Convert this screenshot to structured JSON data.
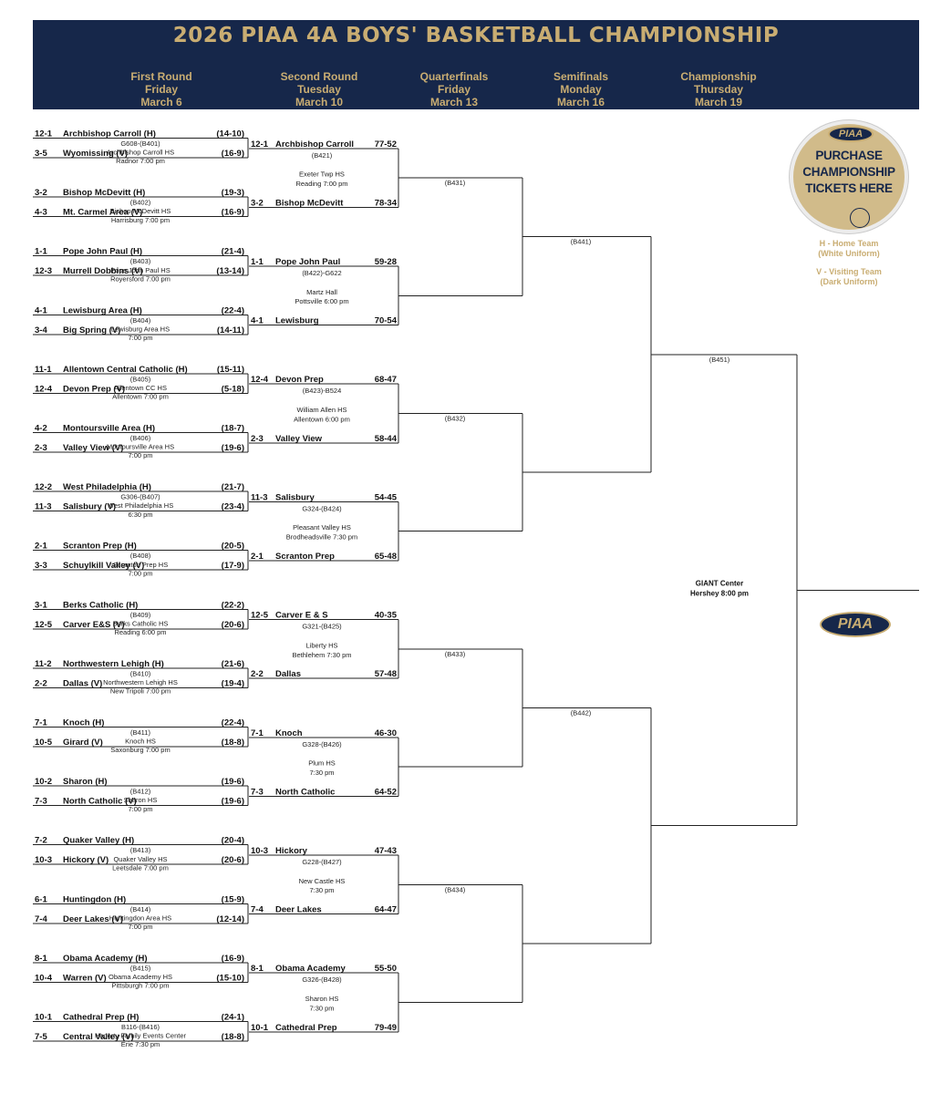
{
  "header": {
    "title": "2026 PIAA 4A BOYS' BASKETBALL CHAMPIONSHIP",
    "rounds": [
      {
        "name": "First Round",
        "day": "Friday",
        "date": "March 6"
      },
      {
        "name": "Second Round",
        "day": "Tuesday",
        "date": "March 10"
      },
      {
        "name": "Quarterfinals",
        "day": "Friday",
        "date": "March 13"
      },
      {
        "name": "Semifinals",
        "day": "Monday",
        "date": "March 16"
      },
      {
        "name": "Championship",
        "day": "Thursday",
        "date": "March 19"
      }
    ]
  },
  "first_round": [
    {
      "top": {
        "seed": "12-1",
        "name": "Archbishop Carroll (H)",
        "record": "(14-10)"
      },
      "info": [
        "G608-(B401)",
        "Archbishop Carroll HS",
        "Radnor 7:00 pm"
      ],
      "bottom": {
        "seed": "3-5",
        "name": "Wyomissing (V)",
        "record": "(16-9)"
      }
    },
    {
      "top": {
        "seed": "3-2",
        "name": "Bishop McDevitt (H)",
        "record": "(19-3)"
      },
      "info": [
        "(B402)",
        "Bishop McDevitt HS",
        "Harrisburg 7:00 pm"
      ],
      "bottom": {
        "seed": "4-3",
        "name": "Mt. Carmel Area (V)",
        "record": "(16-9)"
      }
    },
    {
      "top": {
        "seed": "1-1",
        "name": "Pope John Paul (H)",
        "record": "(21-4)"
      },
      "info": [
        "(B403)",
        "Pope John Paul HS",
        "Royersford 7:00 pm"
      ],
      "bottom": {
        "seed": "12-3",
        "name": "Murrell Dobbins (V)",
        "record": "(13-14)"
      }
    },
    {
      "top": {
        "seed": "4-1",
        "name": "Lewisburg Area (H)",
        "record": "(22-4)"
      },
      "info": [
        "(B404)",
        "Lewisburg Area HS",
        "7:00 pm"
      ],
      "bottom": {
        "seed": "3-4",
        "name": "Big Spring (V)",
        "record": "(14-11)"
      }
    },
    {
      "top": {
        "seed": "11-1",
        "name": "Allentown Central Catholic (H)",
        "record": "(15-11)"
      },
      "info": [
        "(B405)",
        "Allentown CC HS",
        "Allentown 7:00 pm"
      ],
      "bottom": {
        "seed": "12-4",
        "name": "Devon Prep (V)",
        "record": "(5-18)"
      }
    },
    {
      "top": {
        "seed": "4-2",
        "name": "Montoursville Area (H)",
        "record": "(18-7)"
      },
      "info": [
        "(B406)",
        "Montoursville Area HS",
        "7:00 pm"
      ],
      "bottom": {
        "seed": "2-3",
        "name": "Valley View (V)",
        "record": "(19-6)"
      }
    },
    {
      "top": {
        "seed": "12-2",
        "name": "West Philadelphia (H)",
        "record": "(21-7)"
      },
      "info": [
        "G306-(B407)",
        "West Philadelphia HS",
        "6:30 pm"
      ],
      "bottom": {
        "seed": "11-3",
        "name": "Salisbury (V)",
        "record": "(23-4)"
      }
    },
    {
      "top": {
        "seed": "2-1",
        "name": "Scranton Prep (H)",
        "record": "(20-5)"
      },
      "info": [
        "(B408)",
        "Scranton Prep HS",
        "7:00 pm"
      ],
      "bottom": {
        "seed": "3-3",
        "name": "Schuylkill Valley (V)",
        "record": "(17-9)"
      }
    },
    {
      "top": {
        "seed": "3-1",
        "name": "Berks Catholic (H)",
        "record": "(22-2)"
      },
      "info": [
        "(B409)",
        "Berks Catholic HS",
        "Reading 6:00 pm"
      ],
      "bottom": {
        "seed": "12-5",
        "name": "Carver E&S (V)",
        "record": "(20-6)"
      }
    },
    {
      "top": {
        "seed": "11-2",
        "name": "Northwestern Lehigh (H)",
        "record": "(21-6)"
      },
      "info": [
        "(B410)",
        "Northwestern Lehigh HS",
        "New Tripoli 7:00 pm"
      ],
      "bottom": {
        "seed": "2-2",
        "name": "Dallas (V)",
        "record": "(19-4)"
      }
    },
    {
      "top": {
        "seed": "7-1",
        "name": "Knoch (H)",
        "record": "(22-4)"
      },
      "info": [
        "(B411)",
        "Knoch HS",
        "Saxonburg 7:00 pm"
      ],
      "bottom": {
        "seed": "10-5",
        "name": "Girard (V)",
        "record": "(18-8)"
      }
    },
    {
      "top": {
        "seed": "10-2",
        "name": "Sharon (H)",
        "record": "(19-6)"
      },
      "info": [
        "(B412)",
        "Sharon HS",
        "7:00 pm"
      ],
      "bottom": {
        "seed": "7-3",
        "name": "North Catholic (V)",
        "record": "(19-6)"
      }
    },
    {
      "top": {
        "seed": "7-2",
        "name": "Quaker Valley (H)",
        "record": "(20-4)"
      },
      "info": [
        "(B413)",
        "Quaker Valley HS",
        "Leetsdale 7:00 pm"
      ],
      "bottom": {
        "seed": "10-3",
        "name": "Hickory (V)",
        "record": "(20-6)"
      }
    },
    {
      "top": {
        "seed": "6-1",
        "name": "Huntingdon (H)",
        "record": "(15-9)"
      },
      "info": [
        "(B414)",
        "Huntingdon Area HS",
        "7:00 pm"
      ],
      "bottom": {
        "seed": "7-4",
        "name": "Deer Lakes (V)",
        "record": "(12-14)"
      }
    },
    {
      "top": {
        "seed": "8-1",
        "name": "Obama Academy (H)",
        "record": "(16-9)"
      },
      "info": [
        "(B415)",
        "Obama Academy HS",
        "Pittsburgh 7:00 pm"
      ],
      "bottom": {
        "seed": "10-4",
        "name": "Warren (V)",
        "record": "(15-10)"
      }
    },
    {
      "top": {
        "seed": "10-1",
        "name": "Cathedral Prep (H)",
        "record": "(24-1)"
      },
      "info": [
        "B116-(B416)",
        "Hagerty Family Events Center",
        "Erie 7:30 pm"
      ],
      "bottom": {
        "seed": "7-5",
        "name": "Central Valley (V)",
        "record": "(18-8)"
      }
    }
  ],
  "second_round": [
    {
      "top": {
        "seed": "12-1",
        "name": "Archbishop Carroll",
        "score": "77-52"
      },
      "info": [
        "(B421)",
        "",
        "Exeter Twp HS",
        "Reading 7:00 pm"
      ],
      "bottom": {
        "seed": "3-2",
        "name": "Bishop McDevitt",
        "score": "78-34"
      }
    },
    {
      "top": {
        "seed": "1-1",
        "name": "Pope John Paul",
        "score": "59-28"
      },
      "info": [
        "(B422)-G622",
        "",
        "Martz Hall",
        "Pottsville 6:00 pm"
      ],
      "bottom": {
        "seed": "4-1",
        "name": "Lewisburg",
        "score": "70-54"
      }
    },
    {
      "top": {
        "seed": "12-4",
        "name": "Devon Prep",
        "score": "68-47"
      },
      "info": [
        "(B423)-B524",
        "",
        "William Allen HS",
        "Allentown 6:00 pm"
      ],
      "bottom": {
        "seed": "2-3",
        "name": "Valley View",
        "score": "58-44"
      }
    },
    {
      "top": {
        "seed": "11-3",
        "name": "Salisbury",
        "score": "54-45"
      },
      "info": [
        "G324-(B424)",
        "",
        "Pleasant Valley HS",
        "Brodheadsville 7:30 pm"
      ],
      "bottom": {
        "seed": "2-1",
        "name": "Scranton Prep",
        "score": "65-48"
      }
    },
    {
      "top": {
        "seed": "12-5",
        "name": "Carver E & S",
        "score": "40-35"
      },
      "info": [
        "G321-(B425)",
        "",
        "Liberty HS",
        "Bethlehem 7:30 pm"
      ],
      "bottom": {
        "seed": "2-2",
        "name": "Dallas",
        "score": "57-48"
      }
    },
    {
      "top": {
        "seed": "7-1",
        "name": "Knoch",
        "score": "46-30"
      },
      "info": [
        "G328-(B426)",
        "",
        "Plum HS",
        "7:30 pm"
      ],
      "bottom": {
        "seed": "7-3",
        "name": "North Catholic",
        "score": "64-52"
      }
    },
    {
      "top": {
        "seed": "10-3",
        "name": "Hickory",
        "score": "47-43"
      },
      "info": [
        "G228-(B427)",
        "",
        "New Castle HS",
        "7:30 pm"
      ],
      "bottom": {
        "seed": "7-4",
        "name": "Deer Lakes",
        "score": "64-47"
      }
    },
    {
      "top": {
        "seed": "8-1",
        "name": "Obama Academy",
        "score": "55-50"
      },
      "info": [
        "G326-(B428)",
        "",
        "Sharon HS",
        "7:30 pm"
      ],
      "bottom": {
        "seed": "10-1",
        "name": "Cathedral Prep",
        "score": "79-49"
      }
    }
  ],
  "quarterfinals": [
    "(B431)",
    "(B432)",
    "(B433)",
    "(B434)"
  ],
  "semifinals": [
    "(B441)",
    "(B442)"
  ],
  "championship": {
    "game": "(B451)",
    "venue": "GIANT Center",
    "time": "Hershey 8:00 pm"
  },
  "tickets": {
    "logo": "PIAA",
    "text": [
      "PURCHASE",
      "CHAMPIONSHIP",
      "TICKETS HERE"
    ]
  },
  "legend": {
    "home": [
      "H - Home Team",
      "(White Uniform)"
    ],
    "visiting": [
      "V - Visiting Team",
      "(Dark Uniform)"
    ]
  },
  "logo_text": "PIAA",
  "colors": {
    "navy": "#16274a",
    "gold": "#c9ad72"
  }
}
